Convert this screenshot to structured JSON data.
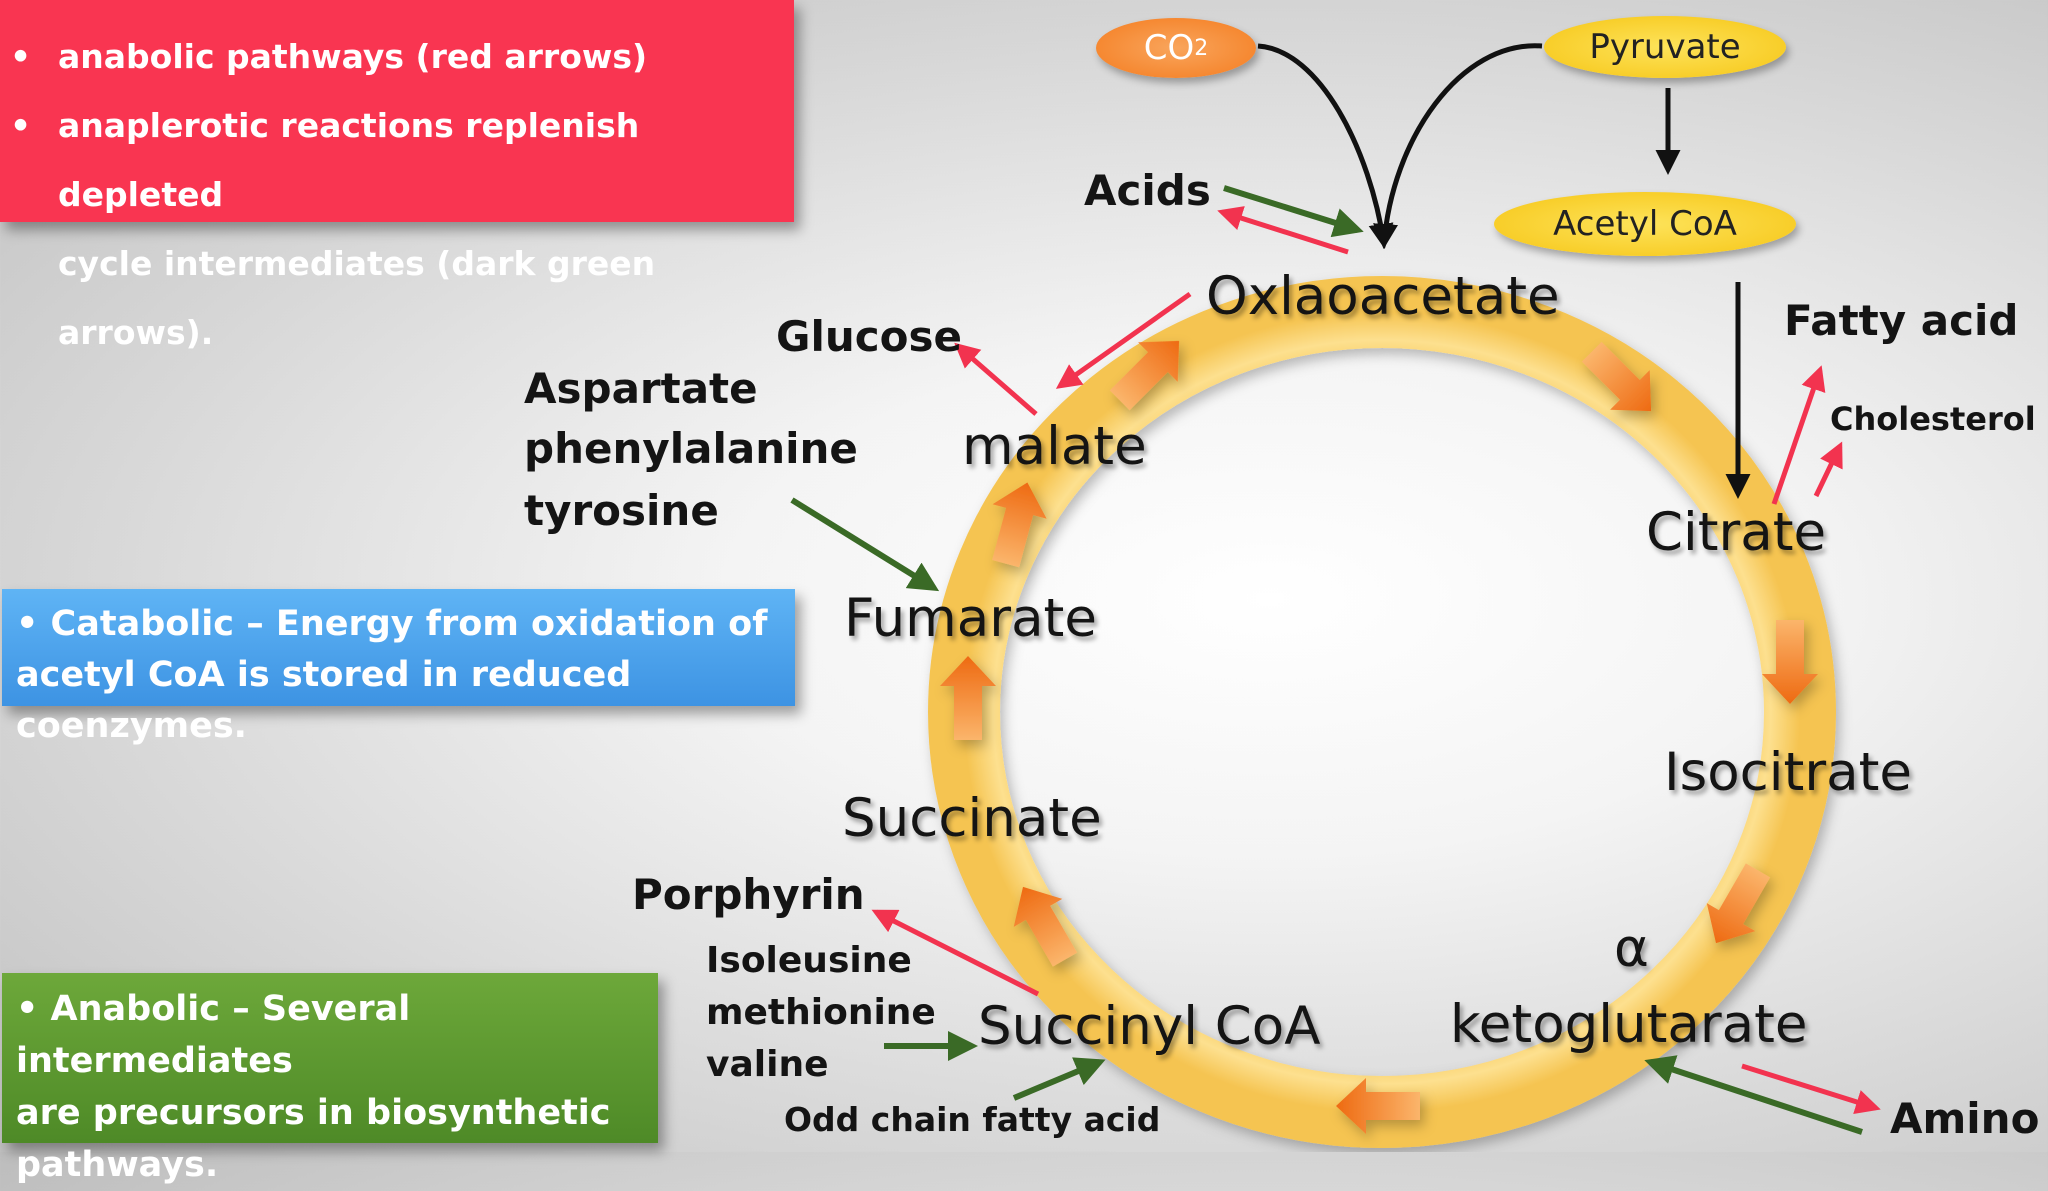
{
  "notes": {
    "anabolic_arrows": "anabolic pathways (red arrows)",
    "anaplerotic_line1": "anaplerotic reactions replenish depleted",
    "anaplerotic_line2": "cycle intermediates (dark green arrows).",
    "bullet_char": "•",
    "catabolic_line1": "• Catabolic – Energy from oxidation of",
    "catabolic_line2": "acetyl CoA is stored in reduced coenzymes.",
    "anabolic_line1": "• Anabolic – Several intermediates",
    "anabolic_line2": "are precursors in biosynthetic",
    "anabolic_line3": "pathways."
  },
  "inputs": {
    "co2": "CO",
    "co2_sub": "2",
    "pyruvate": "Pyruvate",
    "acetyl_coa": "Acetyl CoA"
  },
  "cycle": {
    "oxaloacetate": "Oxlaoacetate",
    "citrate": "Citrate",
    "isocitrate": "Isocitrate",
    "alpha": "α",
    "ketoglutarate": "ketoglutarate",
    "succinyl_coa": "Succinyl CoA",
    "succinate": "Succinate",
    "fumarate": "Fumarate",
    "malate": "malate"
  },
  "side": {
    "acids": "Acids",
    "glucose": "Glucose",
    "aspartate": "Aspartate",
    "phenylalanine": "phenylalanine",
    "tyrosine": "tyrosine",
    "fatty_acid": "Fatty acid",
    "cholesterol": "Cholesterol",
    "porphyrin": "Porphyrin",
    "isoleusine": "Isoleusine",
    "methionine": "methionine",
    "valine": "valine",
    "odd_chain": "Odd chain fatty acid",
    "amino": "Amino"
  },
  "colors": {
    "ring": "#fcd97a",
    "cycle_arrow": "#f57d22",
    "anabolic_arrow": "#f2334f",
    "anaplerotic_arrow": "#3a6a26",
    "co2_pill": "#f47c1f",
    "pyruvate_pill": "#f6c515"
  }
}
